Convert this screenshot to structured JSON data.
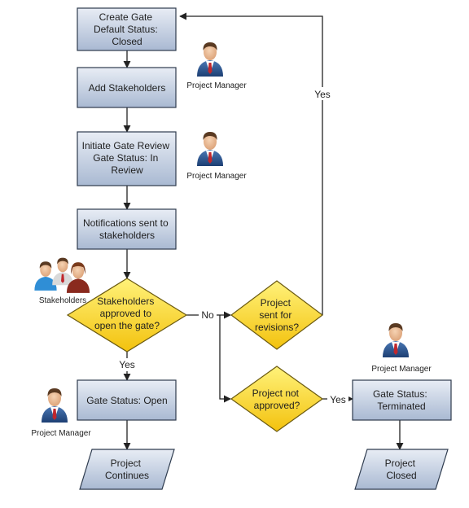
{
  "nodes": {
    "create_gate": {
      "lines": [
        "Create Gate",
        "Default Status:",
        "Closed"
      ]
    },
    "add_stakeholders": {
      "lines": [
        "Add Stakeholders"
      ]
    },
    "initiate_review": {
      "lines": [
        "Initiate Gate Review",
        "Gate Status: In",
        "Review"
      ]
    },
    "notifications": {
      "lines": [
        "Notifications sent to",
        "stakeholders"
      ]
    },
    "stakeholders_decision": {
      "lines": [
        "Stakeholders",
        "approved to",
        "open the gate?"
      ]
    },
    "sent_for_revisions": {
      "lines": [
        "Project",
        "sent for",
        "revisions?"
      ]
    },
    "not_approved": {
      "lines": [
        "Project not",
        "approved?"
      ]
    },
    "gate_open": {
      "lines": [
        "Gate Status: Open"
      ]
    },
    "terminated": {
      "lines": [
        "Gate Status:",
        "Terminated"
      ]
    },
    "project_continues": {
      "lines": [
        "Project",
        "Continues"
      ]
    },
    "project_closed": {
      "lines": [
        "Project",
        "Closed"
      ]
    }
  },
  "edge_labels": {
    "yes_revisions": "Yes",
    "no": "No",
    "yes_open": "Yes",
    "yes_terminated": "Yes"
  },
  "actors": {
    "pm1": "Project Manager",
    "pm2": "Project Manager",
    "stakeholders": "Stakeholders",
    "pm3": "Project Manager",
    "pm4": "Project Manager"
  },
  "colors": {
    "box_top": "#e8edf5",
    "box_bottom": "#a9b9d2",
    "diamond_top": "#fff27a",
    "diamond_bottom": "#f3c20e"
  }
}
